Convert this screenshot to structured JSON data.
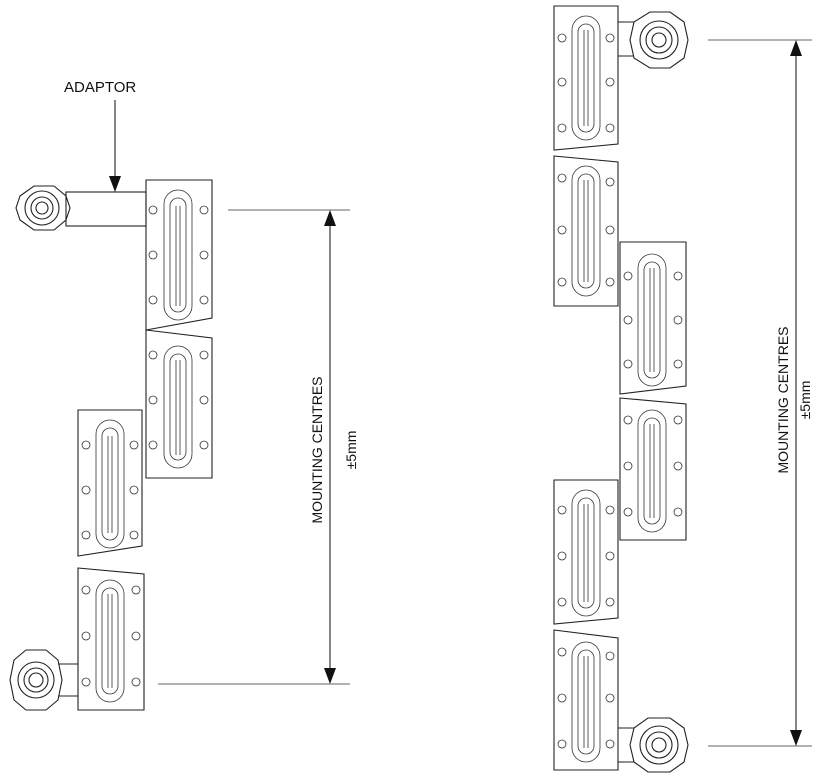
{
  "diagram": {
    "adaptor_label": "ADAPTOR",
    "left_assembly": {
      "dimension_label": "MOUNTING CENTRES",
      "tolerance_label": "±5mm"
    },
    "right_assembly": {
      "dimension_label": "MOUNTING CENTRES",
      "tolerance_label": "±5mm"
    }
  },
  "colors": {
    "line": "#222222",
    "background": "#ffffff"
  }
}
